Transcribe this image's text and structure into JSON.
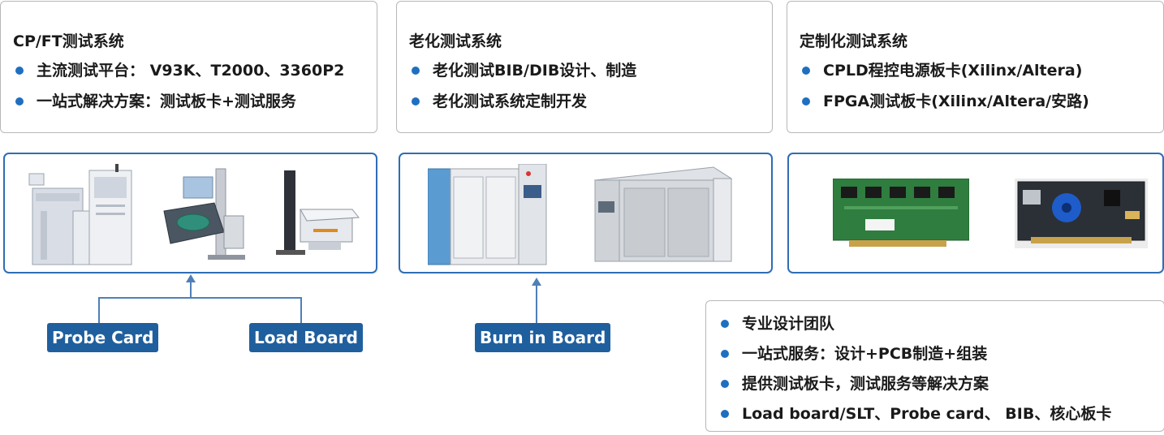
{
  "panels": [
    {
      "title": "CP/FT测试系统",
      "items": [
        "主流测试平台： V93K、T2000、3360P2",
        "一站式解决方案：测试板卡+测试服务"
      ]
    },
    {
      "title": "老化测试系统",
      "items": [
        "老化测试BIB/DIB设计、制造",
        "老化测试系统定制开发"
      ]
    },
    {
      "title": "定制化测试系统",
      "items": [
        "CPLD程控电源板卡(Xilinx/Altera)",
        "FPGA测试板卡(Xilinx/Altera/安路)"
      ]
    }
  ],
  "labels": {
    "probe_card": "Probe Card",
    "load_board": "Load Board",
    "burn_in_board": "Burn in Board"
  },
  "features": [
    "专业设计团队",
    "一站式服务：设计+PCB制造+组装",
    "提供测试板卡，测试服务等解决方案",
    "Load board/SLT、Probe card、 BIB、核心板卡"
  ],
  "colors": {
    "accent": "#1f5f9e",
    "border": "#2f6db5",
    "bullet": "#1f6fc0"
  }
}
